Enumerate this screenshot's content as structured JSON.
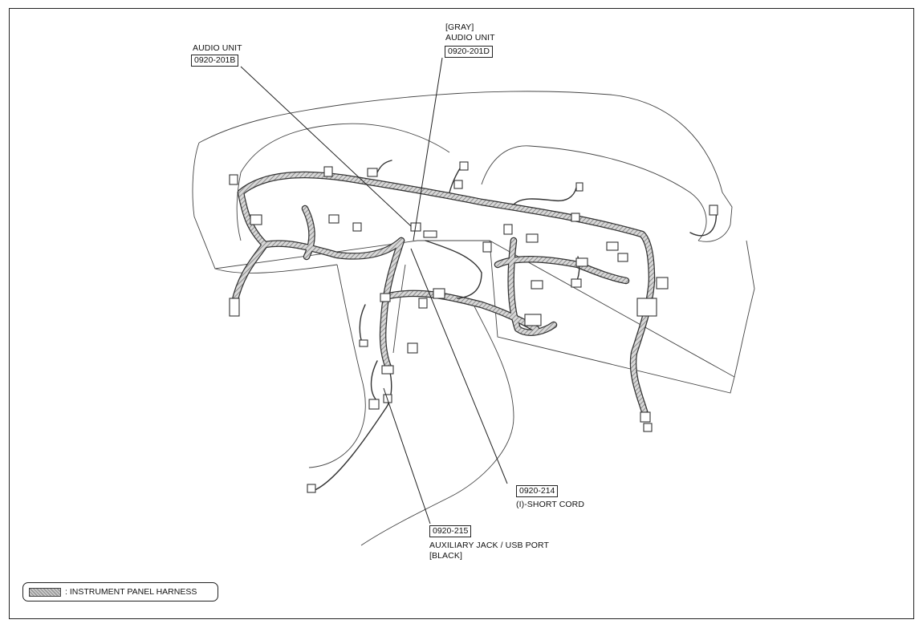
{
  "callouts": {
    "audio_unit_b": {
      "caption": "AUDIO UNIT",
      "code": "0920-201B"
    },
    "audio_unit_d": {
      "caption_1": "[GRAY]",
      "caption_2": "AUDIO UNIT",
      "code": "0920-201D"
    },
    "short_cord": {
      "code": "0920-214",
      "caption": "(I)-SHORT CORD"
    },
    "aux_jack": {
      "code": "0920-215",
      "caption_1": "AUXILIARY JACK / USB PORT",
      "caption_2": "[BLACK]"
    }
  },
  "legend": {
    "text": ": INSTRUMENT PANEL HARNESS"
  },
  "colors": {
    "harness": "#a8a8a8",
    "line": "#222222"
  }
}
